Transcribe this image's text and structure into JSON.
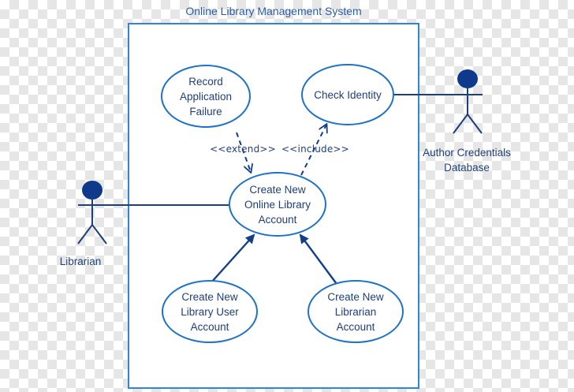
{
  "diagram": {
    "system_title": "Online Library Management System",
    "use_cases": {
      "record_failure": "Record\nApplication\nFailure",
      "check_identity": "Check Identity",
      "create_online_account": "Create New\nOnline Library\nAccount",
      "create_user_account": "Create New\nLibrary User\nAccount",
      "create_librarian_account": "Create New\nLibrarian\nAccount"
    },
    "actors": {
      "librarian": "Librarian",
      "author_db": "Author Credentials\nDatabase"
    },
    "relations": {
      "extend": "<<extend>>",
      "include": "<<include>>"
    }
  },
  "colors": {
    "line": "#1f3f7a",
    "ellipse_stroke": "#1e72c7",
    "actor_fill": "#0f3a8c",
    "system_border": "#2e86d8"
  }
}
